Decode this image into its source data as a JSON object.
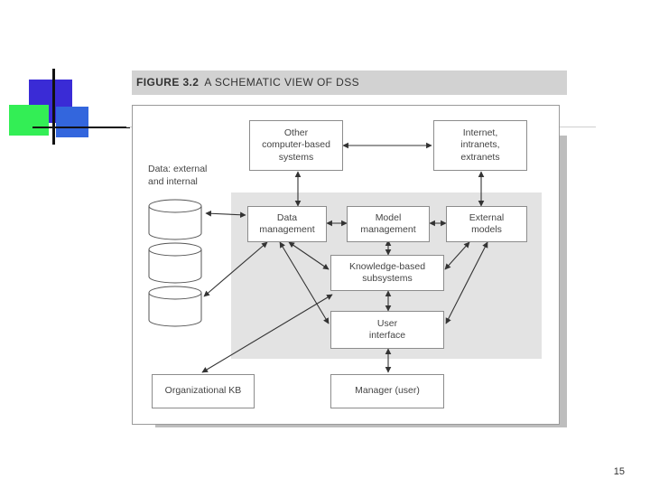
{
  "figure": {
    "label": "FIGURE 3.2",
    "title": "A SCHEMATIC VIEW OF DSS"
  },
  "nodes": {
    "other_systems": "Other\ncomputer-based\nsystems",
    "internet": "Internet,\nintranets,\nextranets",
    "data_label": "Data: external\nand internal",
    "data_management": "Data\nmanagement",
    "model_management": "Model\nmanagement",
    "external_models": "External\nmodels",
    "knowledge_subsystems": "Knowledge-based\nsubsystems",
    "user_interface": "User\ninterface",
    "organizational_kb": "Organizational KB",
    "manager": "Manager (user)"
  },
  "slide": {
    "page_number": "15"
  },
  "colors": {
    "ornament_blue": "#3a2bd6",
    "ornament_green": "#33ee55",
    "ornament_light_blue": "#3366dd",
    "shaded_region": "#e3e3e3",
    "caption_bar": "#d2d2d2"
  }
}
